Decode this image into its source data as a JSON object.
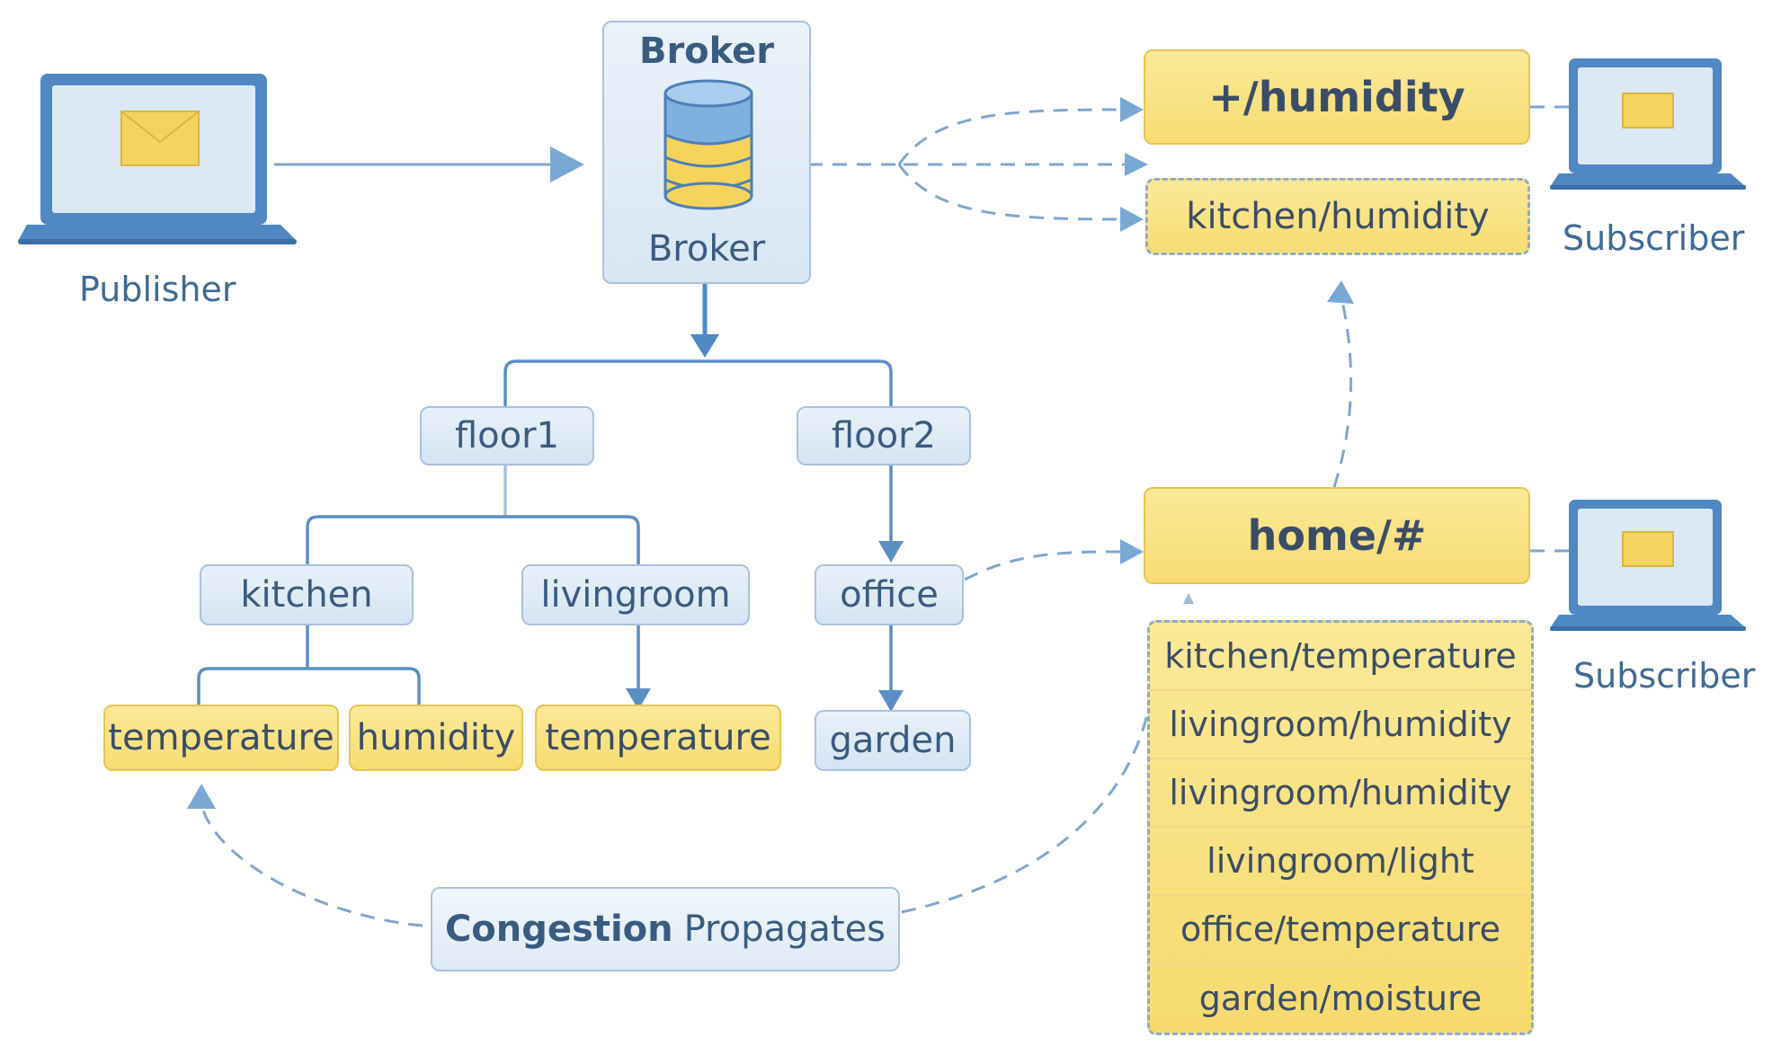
{
  "publisher": {
    "label": "Publisher"
  },
  "broker": {
    "title": "Broker",
    "label": "Broker"
  },
  "subscription_topics": {
    "plus_humidity": "+/humidity",
    "kitchen_humidity": "kitchen/humidity",
    "home_hash": "home/#"
  },
  "subscribers": [
    {
      "label": "Subscriber"
    },
    {
      "label": "Subscriber"
    }
  ],
  "tree": {
    "floor1": "floor1",
    "floor2": "floor2",
    "kitchen": "kitchen",
    "livingroom": "livingroom",
    "office": "office",
    "kitchen_temperature": "temperature",
    "kitchen_humidity": "humidity",
    "livingroom_temperature": "temperature",
    "garden": "garden"
  },
  "matched_topics": [
    "kitchen/temperature",
    "livingroom/humidity",
    "livingroom/humidity",
    "livingroom/light",
    "office/temperature",
    "garden/moisture"
  ],
  "congestion": {
    "bold": "Congestion",
    "rest": "Propagates"
  },
  "colors": {
    "blue_node": "#dbe8f5",
    "yellow_node": "#f8df78",
    "connector": "#5b8fc4",
    "dashed_connector": "#7ea6cf",
    "text": "#3a5b80"
  }
}
